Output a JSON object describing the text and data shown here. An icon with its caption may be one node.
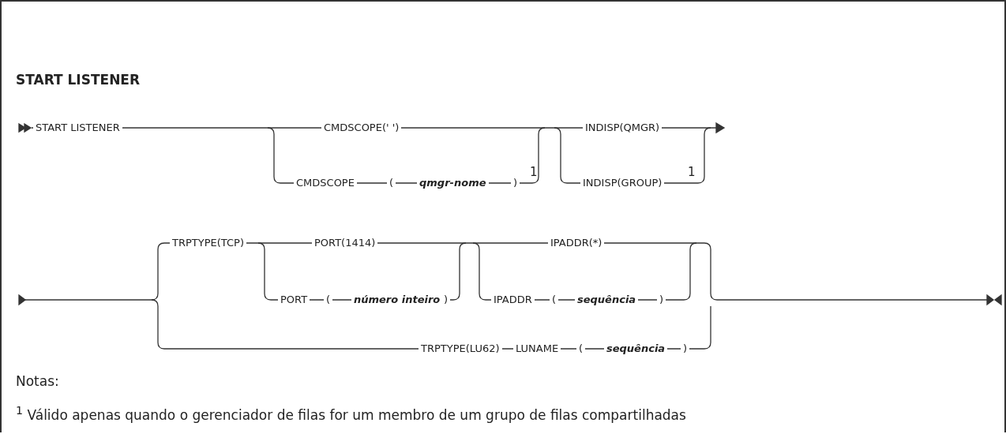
{
  "diagram": {
    "title": "START LISTENER",
    "labels": [
      "START LISTENER",
      "CMDSCOPE(' ')",
      "CMDSCOPE",
      "(",
      "qmgr-nome",
      ")",
      "1",
      "INDISP(QMGR)",
      "INDISP(GROUP)",
      "1",
      "TRPTYPE(TCP)",
      "PORT(1414)",
      "PORT",
      "(",
      "número inteiro",
      ")",
      "IPADDR(*)",
      "IPADDR",
      "(",
      "sequência",
      ")",
      "TRPTYPE(LU62)",
      "LUNAME",
      "(",
      "sequência",
      ")",
      "Notas:",
      "$^{1}$ Válido apenas quando o gerenciador de filas for um membro de um grupo de filas compartilhadas"
    ]
  }
}
